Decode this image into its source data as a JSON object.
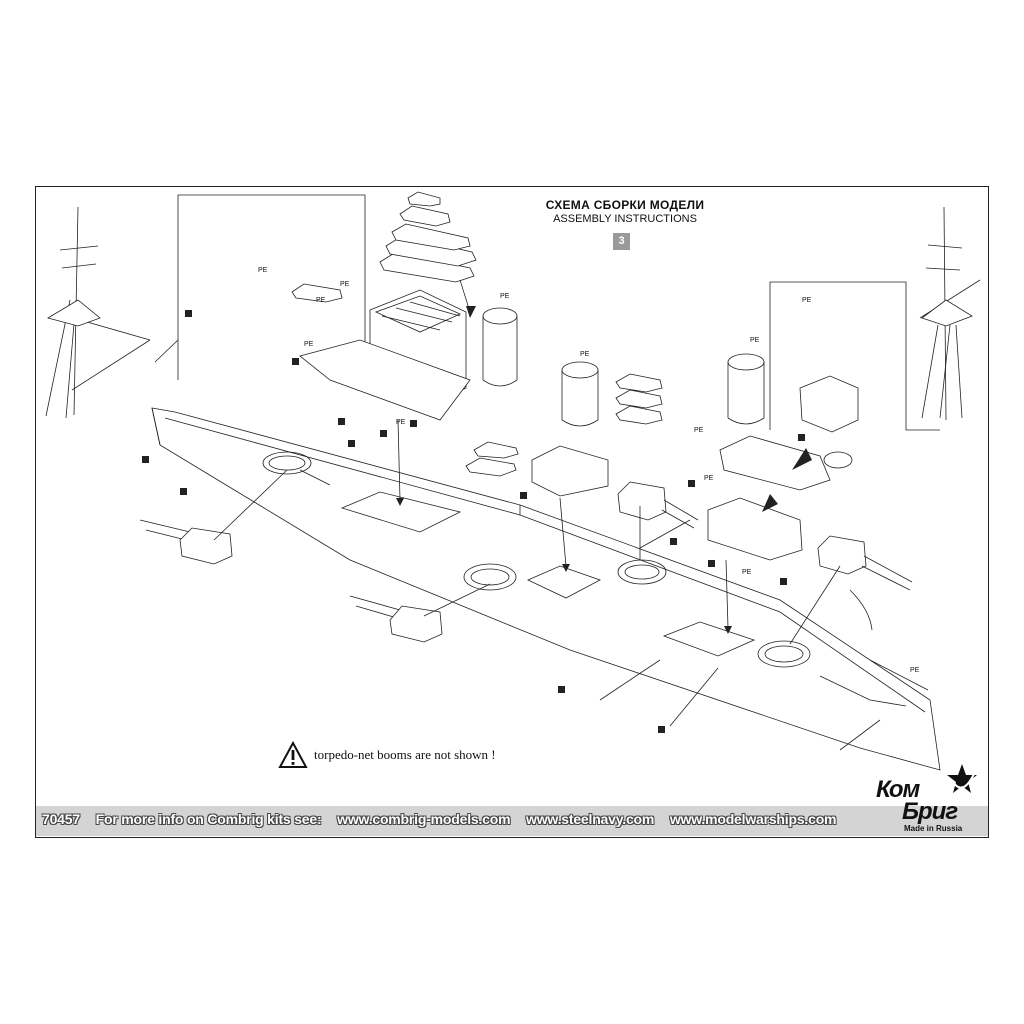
{
  "header": {
    "title_ru": "СХЕМА СБОРКИ МОДЕЛИ",
    "title_en": "ASSEMBLY INSTRUCTIONS",
    "step": "3"
  },
  "note": {
    "icon": "warning-triangle-icon",
    "text": "torpedo-net booms are not shown !"
  },
  "footer": {
    "kit_number": "70457",
    "info_label": "For more info on Combrig kits see:",
    "links": [
      "www.combrig-models.com",
      "www.steelnavy.com",
      "www.modelwarships.com"
    ]
  },
  "brand": {
    "line1": "Ком",
    "line2": "Бриг",
    "made_in": "Made in Russia"
  },
  "part_label": "PE",
  "colors": {
    "ink": "#111111",
    "footer_band": "#d4d4d4",
    "step_badge": "#9a9a9a"
  }
}
